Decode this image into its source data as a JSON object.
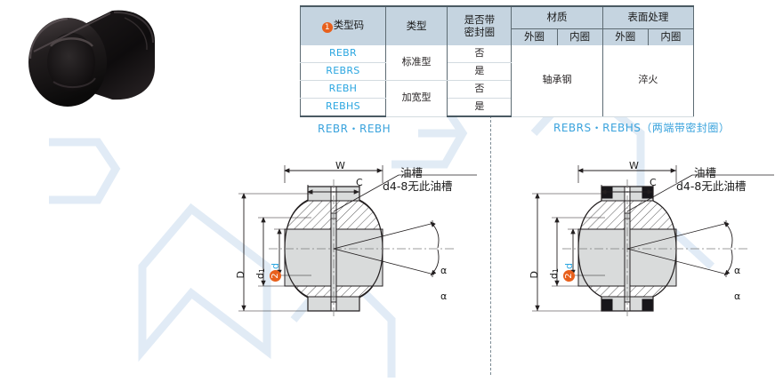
{
  "page": {
    "background": "#ffffff",
    "accent_blue": "#2ba6e0",
    "accent_orange": "#e8601c",
    "table_header_bg": "#c5d4e0",
    "line_color": "#231f20"
  },
  "photo": {
    "alt_name": "spherical-plain-bearing-photo",
    "body_color": "#151314",
    "highlight_color": "#4a4446"
  },
  "table": {
    "header_top": [
      {
        "label": "类型码",
        "badge": "1",
        "rowspan": 2
      },
      {
        "label": "类型",
        "rowspan": 2
      },
      {
        "label": "是否带\n密封圈",
        "line1": "是否带",
        "line2": "密封圈",
        "rowspan": 2
      },
      {
        "label": "材质",
        "colspan": 2
      },
      {
        "label": "表面处理",
        "colspan": 2
      }
    ],
    "header_sub": [
      "外圈",
      "内圈",
      "外圈",
      "内圈"
    ],
    "rows": [
      {
        "code": "REBR",
        "type": "标准型",
        "seal": "否"
      },
      {
        "code": "REBRS",
        "type": "标准型",
        "seal": "是"
      },
      {
        "code": "REBH",
        "type": "加宽型",
        "seal": "否"
      },
      {
        "code": "REBHS",
        "type": "加宽型",
        "seal": "是"
      }
    ],
    "material_value": "轴承钢",
    "surface_value": "淬火"
  },
  "diagrams": [
    {
      "id": "left",
      "title": "REBR・REBH",
      "sealed": false,
      "labels": {
        "w": "W",
        "c": "C",
        "d_outer": "D",
        "d_inner1": "d",
        "d_inner1_sub": "1",
        "d_inner2": "d",
        "d_inner2_badge": "2",
        "angle_upper": "α",
        "angle_lower": "α",
        "oil_groove": "油槽",
        "oil_groove_note": "d4-8无此油槽"
      }
    },
    {
      "id": "right",
      "title": "REBRS・REBHS（两端带密封圈）",
      "sealed": true,
      "labels": {
        "w": "W",
        "c": "C",
        "d_outer": "D",
        "d_inner1": "d",
        "d_inner1_sub": "1",
        "d_inner2": "d",
        "d_inner2_badge": "2",
        "angle_upper": "α",
        "angle_lower": "α",
        "oil_groove": "油槽",
        "oil_groove_note": "d4-8无此油槽"
      }
    }
  ]
}
